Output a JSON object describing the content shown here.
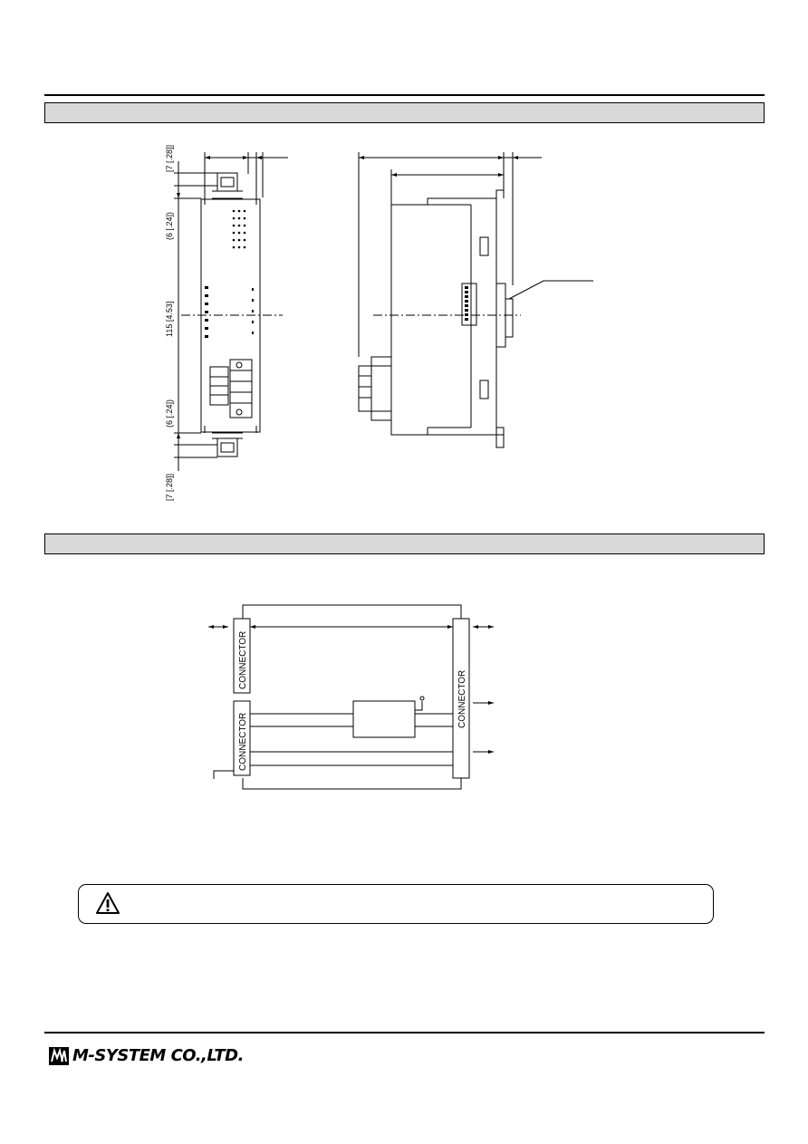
{
  "dimensions": {
    "top_offset": "[7 [.28]]",
    "top_section": "(6 [.24])",
    "body_height": "115 [4.53]",
    "bottom_section": "(6 [.24])",
    "bottom_offset": "[7 [.28]]"
  },
  "block_diagram": {
    "connector_left_top": "CONNECTOR",
    "connector_left_bottom": "CONNECTOR",
    "connector_right": "CONNECTOR"
  },
  "brand": {
    "name": "M-SYSTEM CO.,LTD."
  }
}
